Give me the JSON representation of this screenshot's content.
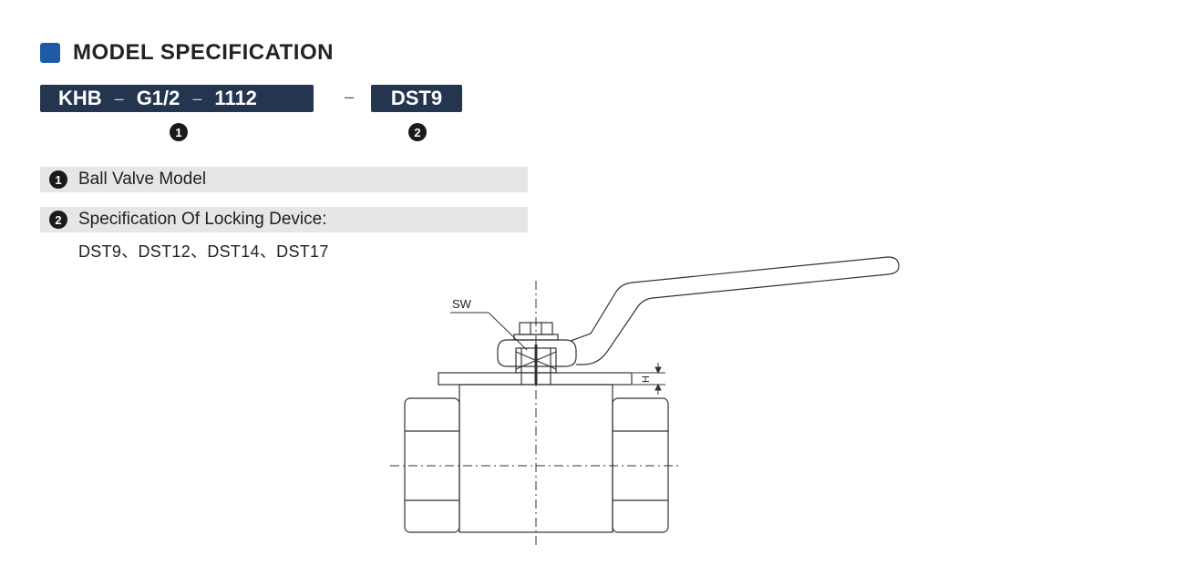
{
  "header": {
    "title": "MODEL SPECIFICATION",
    "accent_color": "#1d5aa8"
  },
  "model_code": {
    "box_color": "#23354f",
    "part1": "KHB",
    "dash": "–",
    "part2": "G1/2",
    "part3": "1112",
    "separator": "–",
    "part4": "DST9",
    "marker1": "1",
    "marker2": "2"
  },
  "specs": [
    {
      "marker": "1",
      "label": "Ball Valve Model"
    },
    {
      "marker": "2",
      "label": "Specification Of Locking Device:",
      "values": "DST9、DST12、DST14、DST17"
    }
  ],
  "drawing": {
    "sw_label": "SW",
    "h_label": "H"
  }
}
